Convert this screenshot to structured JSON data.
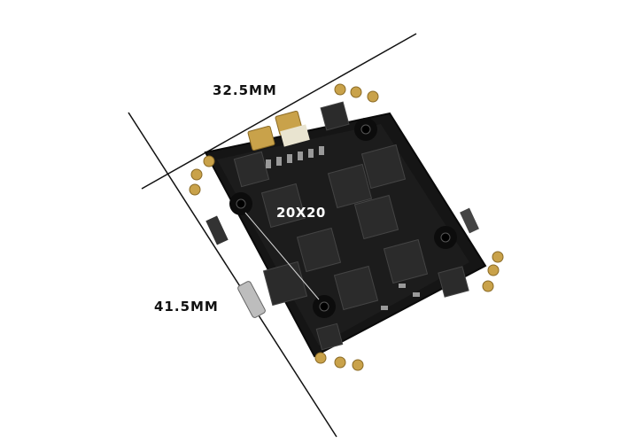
{
  "photo": {
    "subject": "flight-controller-board",
    "colors": {
      "background": "#ffffff",
      "pcb": "#141414",
      "pads": "#c9a24a",
      "chips": "#2a2a2a",
      "dimension_lines": "#111111"
    }
  },
  "labels": {
    "width": "32.5MM",
    "height": "41.5MM",
    "mount_pattern": "20X20"
  }
}
